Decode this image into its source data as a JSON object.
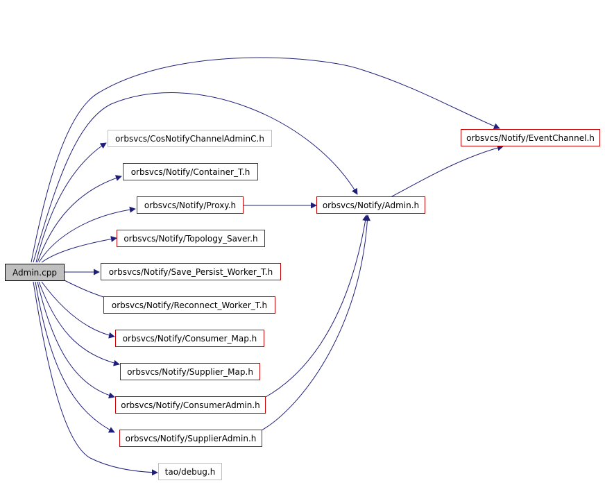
{
  "colors": {
    "edge": "#1f1f7a",
    "linked_border": "#cc0000",
    "plain_border": "#bfbfbf",
    "root_fill": "#bfbfbf",
    "root_border": "#000000"
  },
  "nodes": {
    "root": "Admin.cpp",
    "cos_notify_channel_admin": "orbsvcs/CosNotifyChannelAdminC.h",
    "container_t": "orbsvcs/Notify/Container_T.h",
    "proxy": "orbsvcs/Notify/Proxy.h",
    "topology_saver": "orbsvcs/Notify/Topology_Saver.h",
    "save_persist_worker": "orbsvcs/Notify/Save_Persist_Worker_T.h",
    "reconnect_worker": "orbsvcs/Notify/Reconnect_Worker_T.h",
    "consumer_map": "orbsvcs/Notify/Consumer_Map.h",
    "supplier_map": "orbsvcs/Notify/Supplier_Map.h",
    "consumer_admin": "orbsvcs/Notify/ConsumerAdmin.h",
    "supplier_admin": "orbsvcs/Notify/SupplierAdmin.h",
    "tao_debug": "tao/debug.h",
    "notify_admin": "orbsvcs/Notify/Admin.h",
    "event_channel": "orbsvcs/Notify/EventChannel.h"
  }
}
